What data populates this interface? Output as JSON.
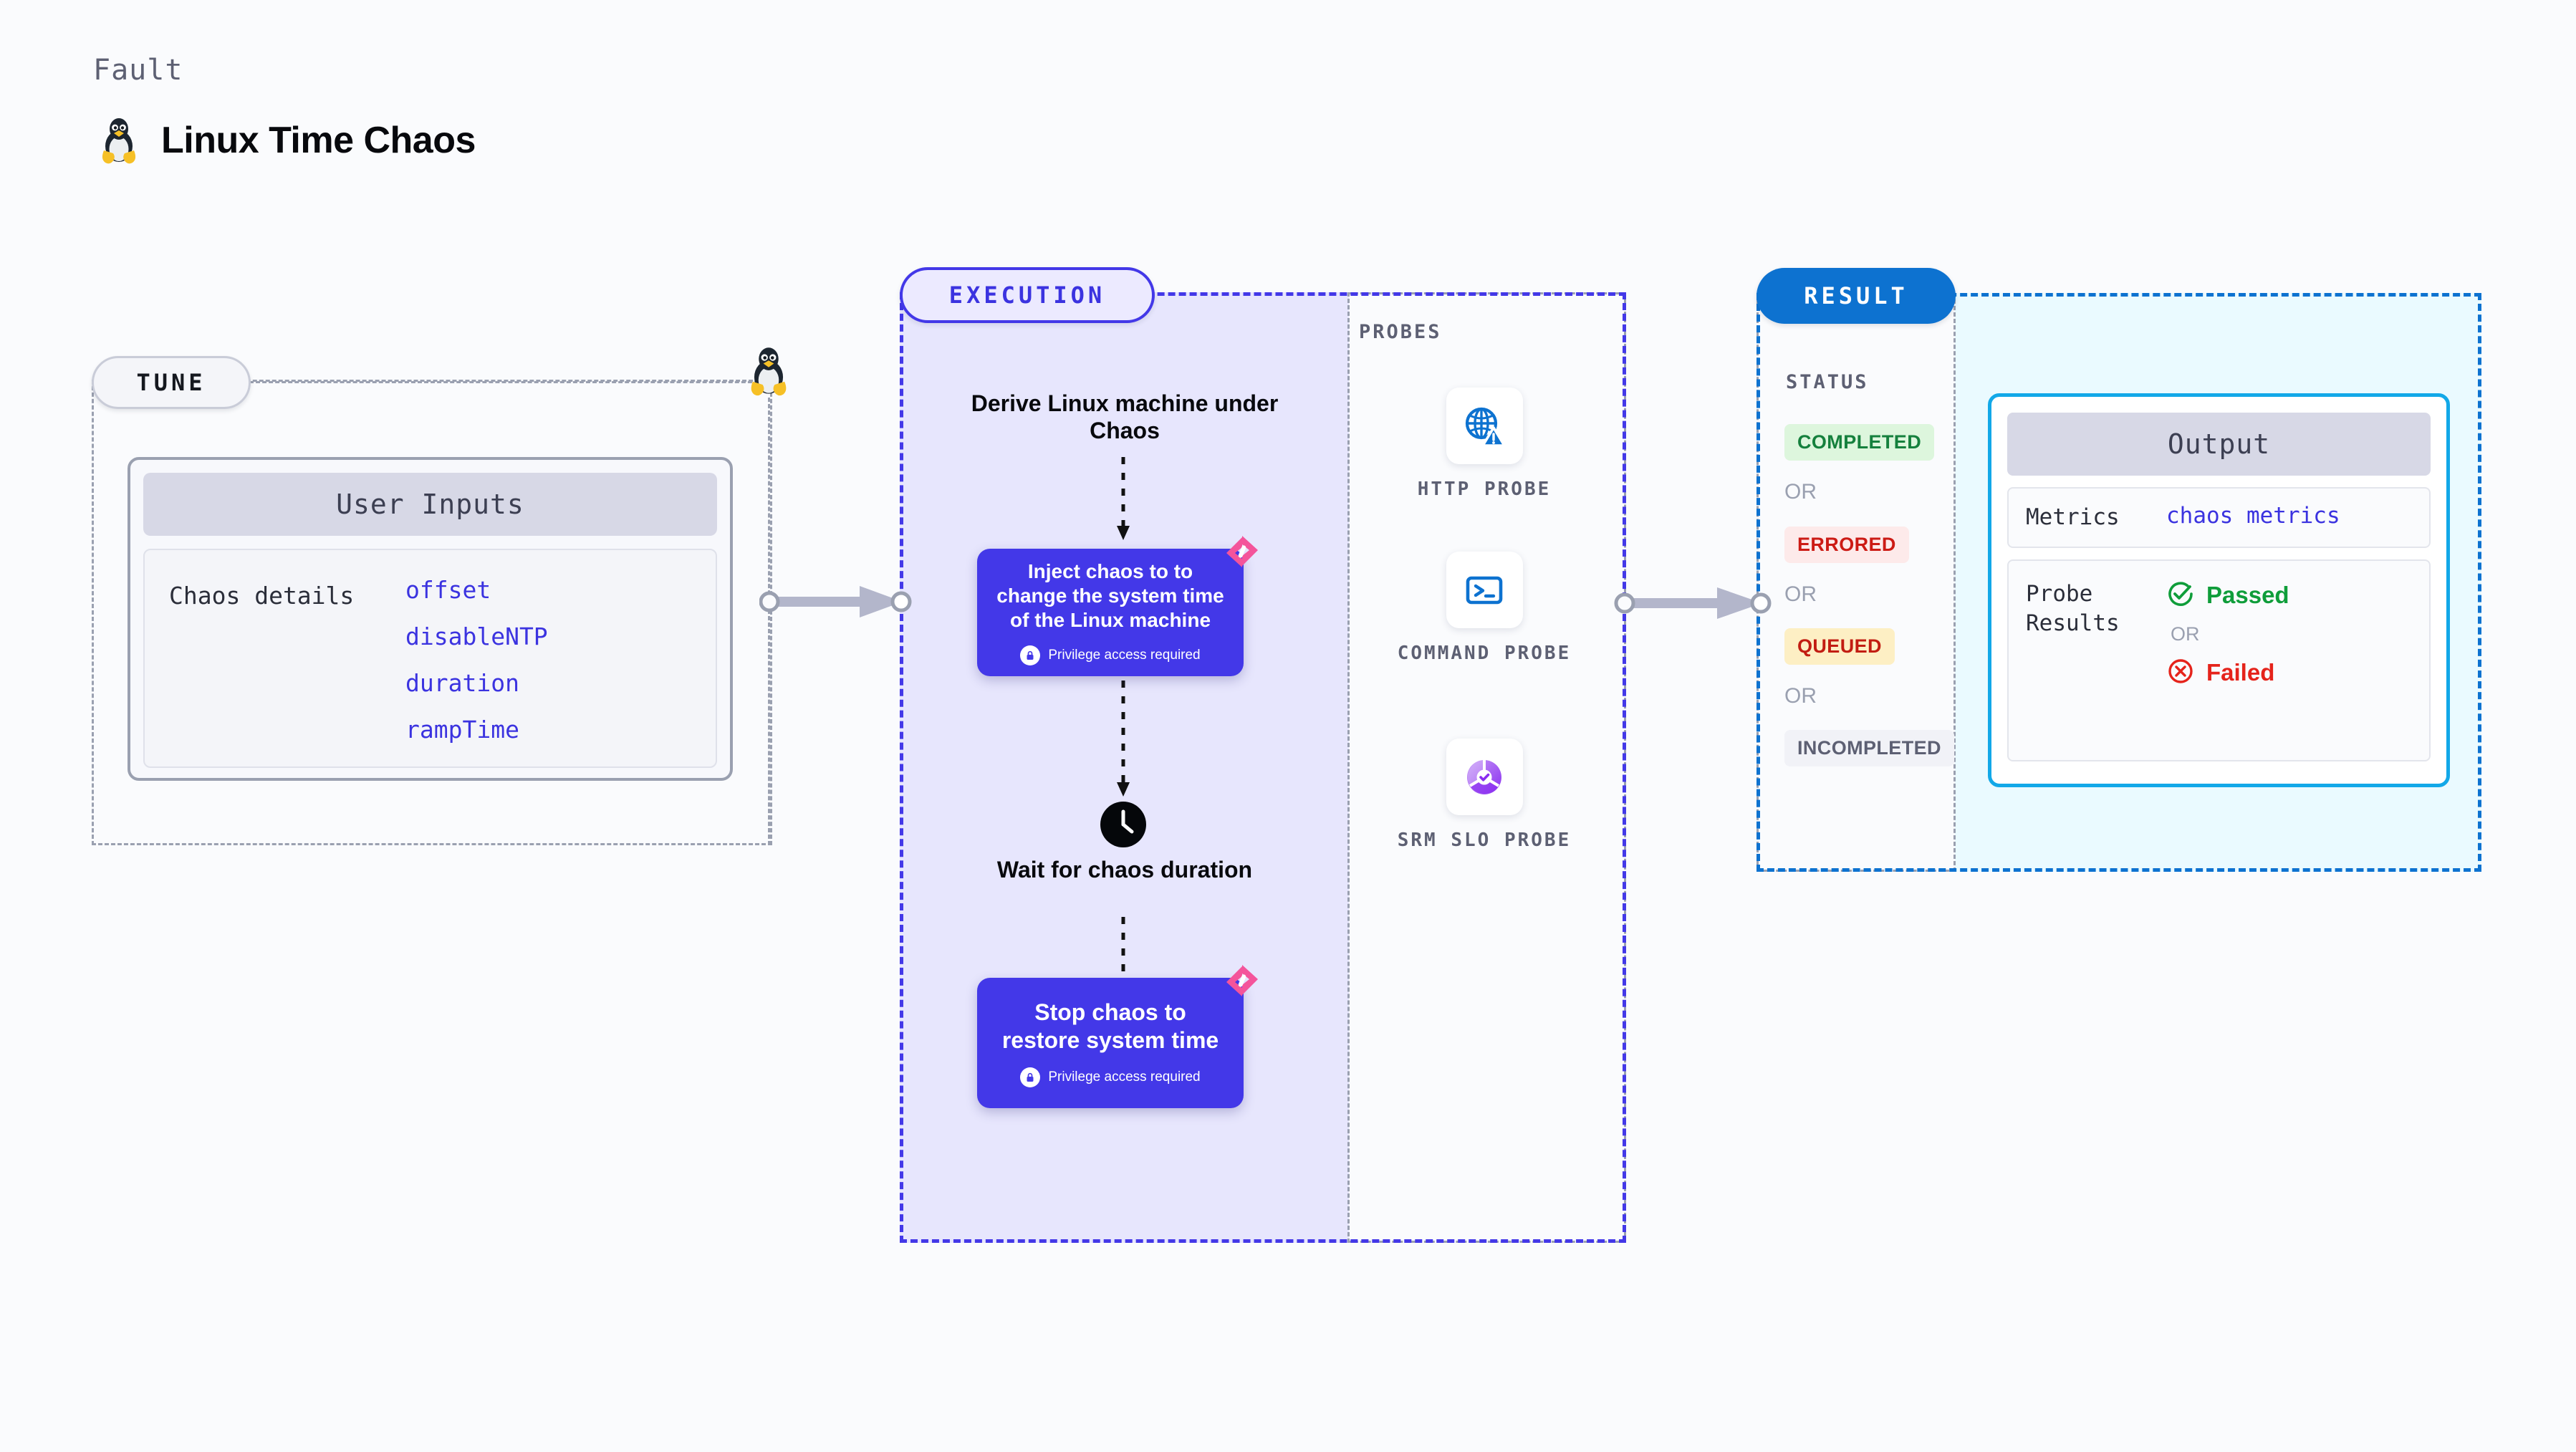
{
  "header": {
    "eyebrow": "Fault",
    "title": "Linux Time Chaos",
    "icon": "linux-penguin-icon"
  },
  "tune": {
    "badge": "TUNE",
    "card": {
      "header": "User Inputs",
      "row_label": "Chaos details",
      "values": [
        "offset",
        "disableNTP",
        "duration",
        "rampTime"
      ]
    }
  },
  "execution": {
    "badge": "EXECUTION",
    "step_title": "Derive Linux machine under Chaos",
    "inject_node": {
      "title": "Inject chaos to to change the system time of the Linux machine",
      "privilege": "Privilege access required",
      "icon": "harness-logo-icon"
    },
    "wait_node": {
      "icon": "clock-icon",
      "title": "Wait for chaos duration"
    },
    "stop_node": {
      "title": "Stop chaos to restore system time",
      "privilege": "Privilege access required",
      "icon": "harness-logo-icon"
    }
  },
  "probes": {
    "label": "PROBES",
    "items": [
      {
        "label": "HTTP PROBE",
        "icon": "globe-warning-icon"
      },
      {
        "label": "COMMAND PROBE",
        "icon": "terminal-icon"
      },
      {
        "label": "SRM SLO PROBE",
        "icon": "slo-donut-check-icon"
      }
    ]
  },
  "result": {
    "badge": "RESULT",
    "status": {
      "label": "STATUS",
      "or": "OR",
      "badges": [
        {
          "text": "COMPLETED",
          "color": "#15803d",
          "bg": "#ddf6dd"
        },
        {
          "text": "ERRORED",
          "color": "#cc1b15",
          "bg": "#fdeaea"
        },
        {
          "text": "QUEUED",
          "color": "#c21d12",
          "bg": "#fdefc4"
        },
        {
          "text": "INCOMPLETED",
          "color": "#5d6073",
          "bg": "#f1f2f7"
        }
      ]
    },
    "output": {
      "header": "Output",
      "metrics_label": "Metrics",
      "metrics_value": "chaos metrics",
      "probe_results_label": "Probe Results",
      "passed": "Passed",
      "failed": "Failed",
      "or": "OR"
    }
  },
  "colors": {
    "page_bg": "#fafbfd",
    "execution_accent": "#4338e8",
    "execution_fill": "#e7e6fd",
    "result_accent": "#0d72d0",
    "result_fill": "#eafaff",
    "harness_pink": "#f4549b",
    "probe_blue": "#0d72d0",
    "slo_purple": "#9a46f0"
  }
}
